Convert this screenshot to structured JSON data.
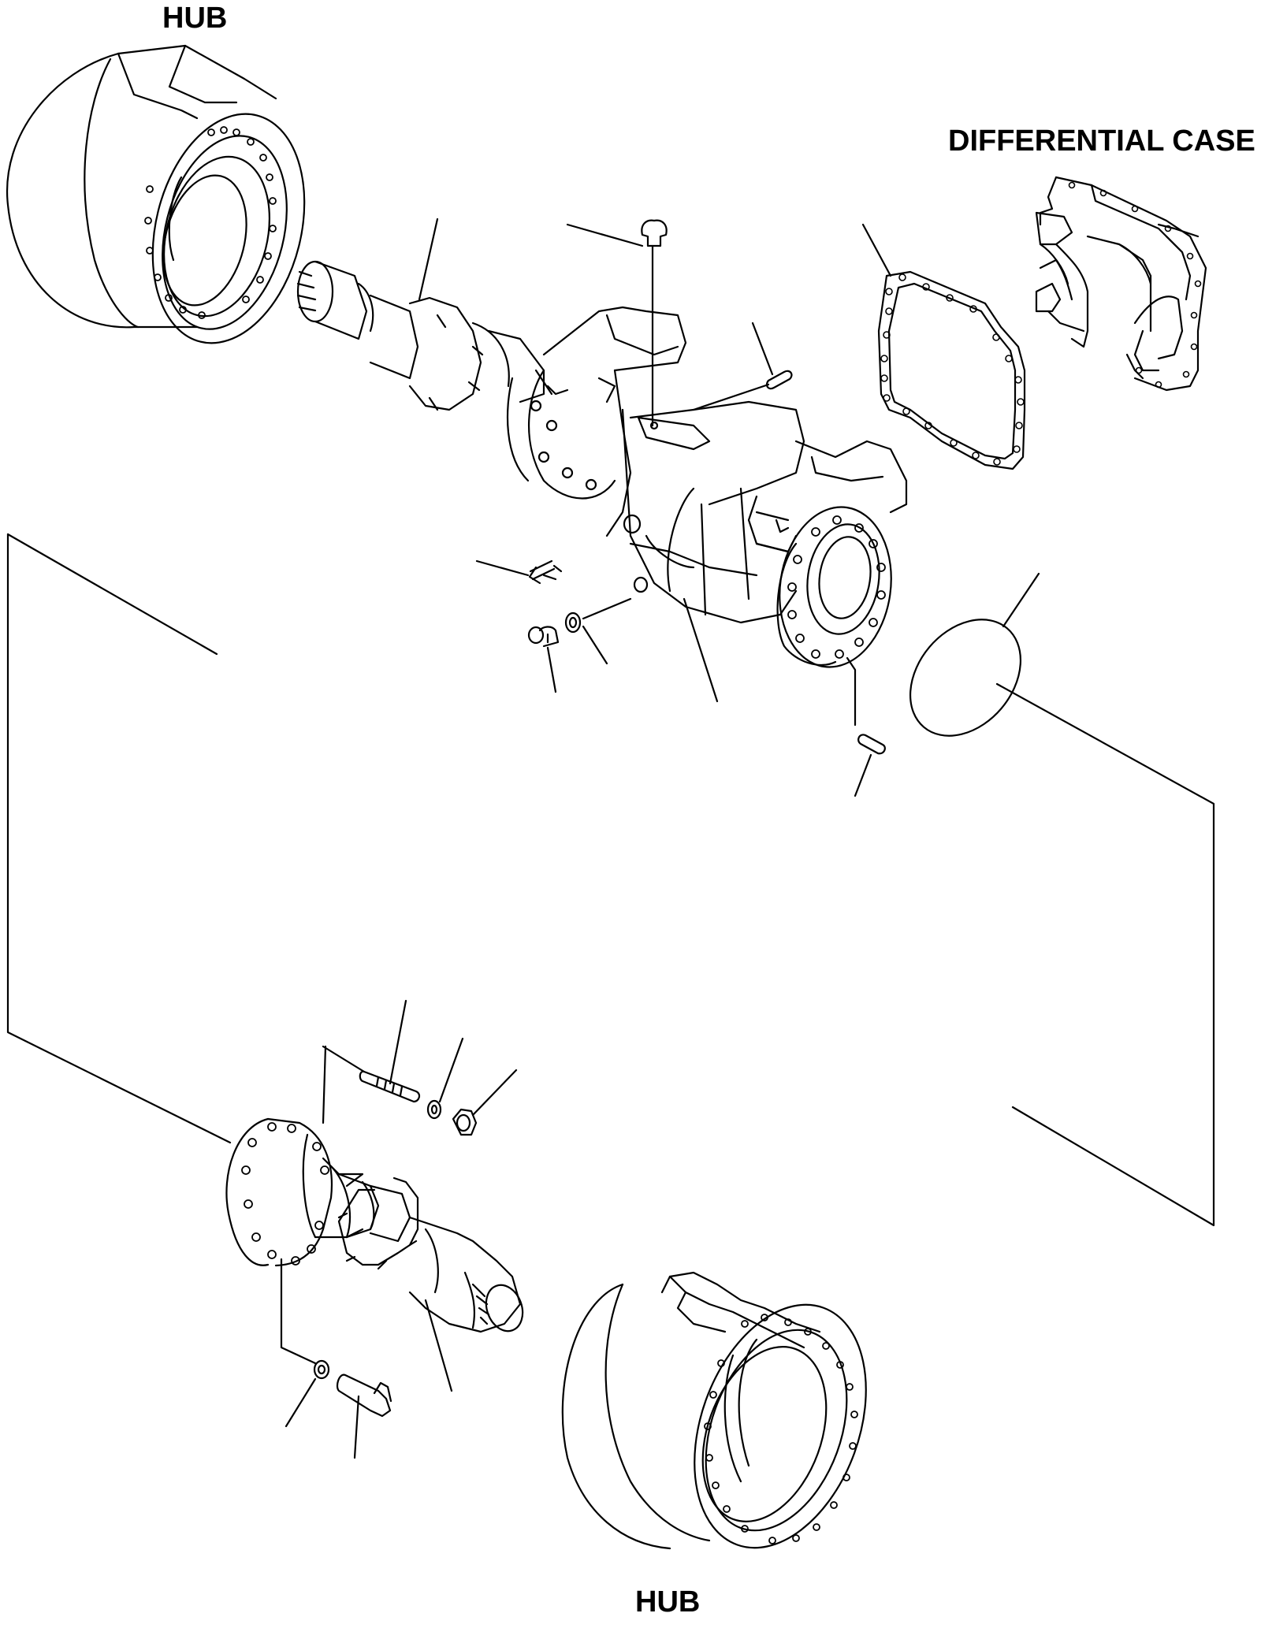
{
  "labels": {
    "hub_top": "HUB",
    "differential_case": "DIFFERENTIAL CASE",
    "hub_bottom": "HUB"
  },
  "colors": {
    "line": "#000000",
    "background": "#ffffff"
  }
}
